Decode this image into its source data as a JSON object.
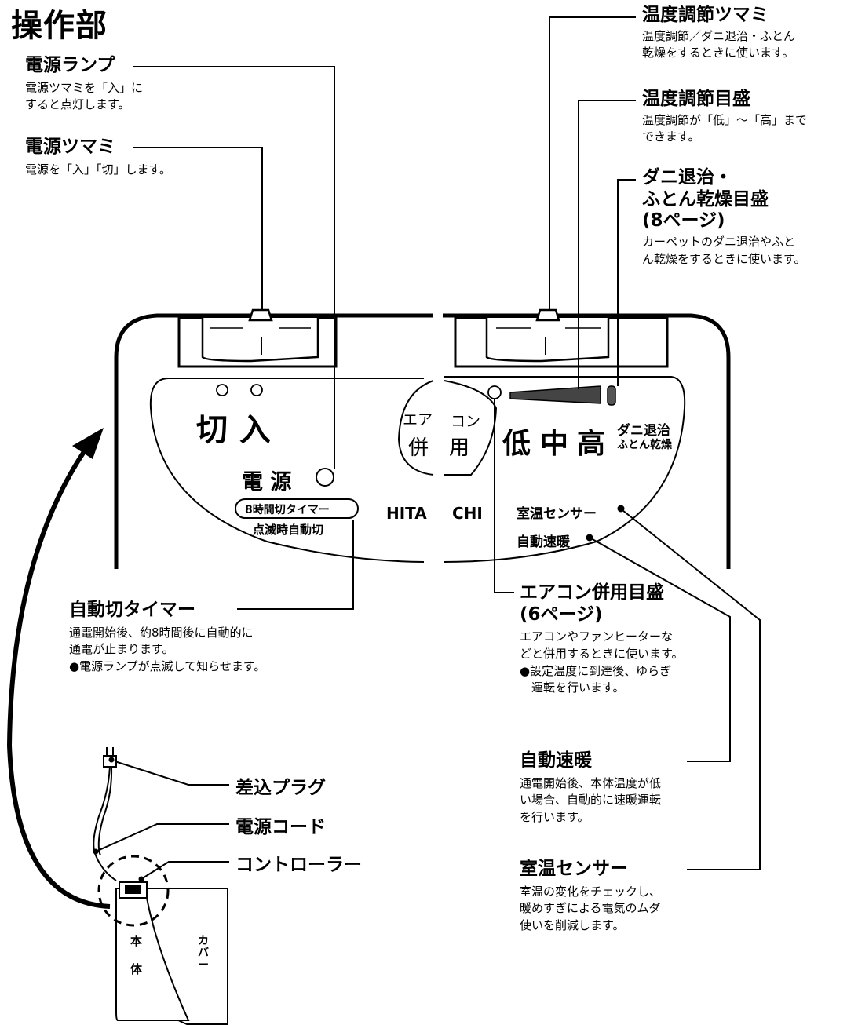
{
  "title": "操作部",
  "labels": {
    "power_lamp": {
      "head": "電源ランプ",
      "desc": "電源ツマミを「入」に\nすると点灯します。"
    },
    "power_knob": {
      "head": "電源ツマミ",
      "desc": "電源を「入」「切」します。"
    },
    "temp_knob": {
      "head": "温度調節ツマミ",
      "desc": "温度調節／ダニ退治・ふとん\n乾燥をするときに使います。"
    },
    "temp_scale": {
      "head": "温度調節目盛",
      "desc": "温度調節が「低」～「高」まで\nできます。"
    },
    "dani_scale": {
      "head": "ダニ退治・\nふとん乾燥目盛\n(8ページ)",
      "desc": "カーペットのダニ退治やふと\nん乾燥をするときに使います。"
    },
    "auto_timer": {
      "head": "自動切タイマー",
      "desc": "通電開始後、約8時間後に自動的に\n通電が止まります。\n●電源ランプが点滅して知らせます。"
    },
    "aircon_scale": {
      "head": "エアコン併用目盛\n(6ページ)",
      "desc": "エアコンやファンヒーターな\nどと併用するときに使います。\n●設定温度に到達後、ゆらぎ\n　運転を行います。"
    },
    "auto_warm": {
      "head": "自動速暖",
      "desc": "通電開始後、本体温度が低\nい場合、自動的に速暖運転\nを行います。"
    },
    "room_sensor": {
      "head": "室温センサー",
      "desc": "室温の変化をチェックし、\n暖めすぎによる電気のムダ\n使いを削減します。"
    }
  },
  "parts": {
    "plug": "差込プラグ",
    "cord": "電源コード",
    "controller": "コントローラー"
  },
  "panel": {
    "off": "切",
    "on": "入",
    "power": "電 源",
    "timer_badge": "8時間切タイマー",
    "timer_note": "点滅時自動切",
    "brand": "HITA",
    "brand2": "CHI",
    "aircon_1": "エア",
    "aircon_1b": "コン",
    "aircon_2a": "併",
    "aircon_2b": "用",
    "low": "低",
    "mid": "中",
    "high": "高",
    "dani": "ダニ退治",
    "futon": "ふとん乾燥",
    "room_sensor": "室温センサー",
    "auto_warm": "自動速暖"
  },
  "mini": {
    "body_1": "本",
    "body_2": "体",
    "cover": "カ\nバ\nー"
  }
}
